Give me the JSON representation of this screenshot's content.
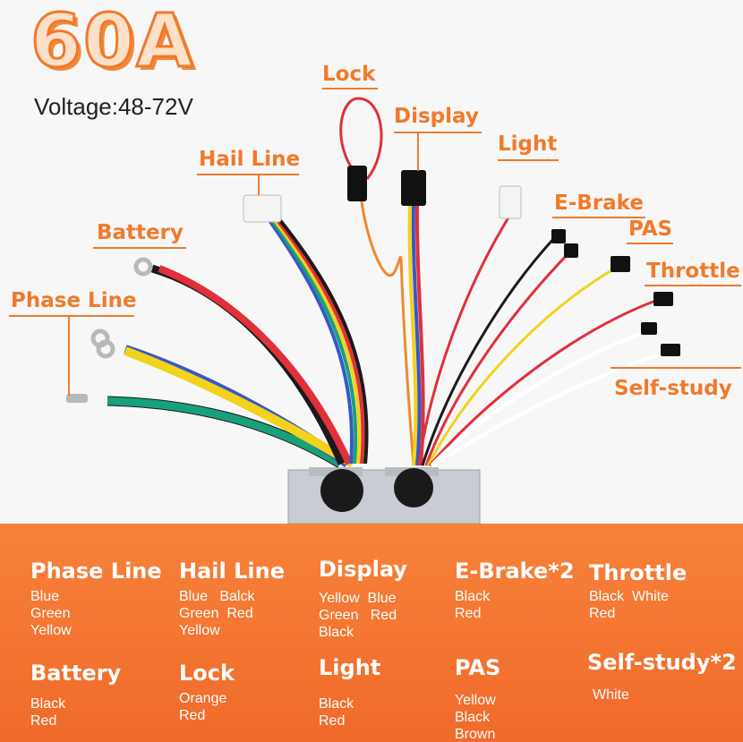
{
  "header": {
    "title": "60A",
    "voltage": "Voltage:48-72V"
  },
  "labels": {
    "lock": "Lock",
    "display": "Display",
    "light": "Light",
    "hail_line": "Hail Line",
    "e_brake": "E-Brake",
    "pas": "PAS",
    "battery": "Battery",
    "throttle": "Throttle",
    "phase_line": "Phase Line",
    "self_study": "Self-study"
  },
  "colors": {
    "accent": "#f07a2a",
    "panel": "#f26c2c"
  },
  "specs": [
    {
      "title": "Phase Line",
      "colors": [
        "Blue",
        "Green",
        "Yellow"
      ]
    },
    {
      "title": "Hail Line",
      "colors": [
        "Blue   Balck",
        "Green  Red",
        "Yellow"
      ]
    },
    {
      "title": "Display",
      "colors": [
        "Yellow  Blue",
        "Green   Red",
        "Black"
      ]
    },
    {
      "title": "E-Brake*2",
      "colors": [
        "Black",
        "Red"
      ]
    },
    {
      "title": "Throttle",
      "colors": [
        "Black  White",
        "Red"
      ]
    },
    {
      "title": "Battery",
      "colors": [
        "Black",
        "Red"
      ]
    },
    {
      "title": "Lock",
      "colors": [
        "Orange",
        "Red"
      ]
    },
    {
      "title": "Light",
      "colors": [
        "Black",
        "Red"
      ]
    },
    {
      "title": "PAS",
      "colors": [
        "Yellow",
        "Black",
        "Brown"
      ]
    },
    {
      "title": "Self-study*2",
      "colors": [
        "White"
      ]
    }
  ]
}
